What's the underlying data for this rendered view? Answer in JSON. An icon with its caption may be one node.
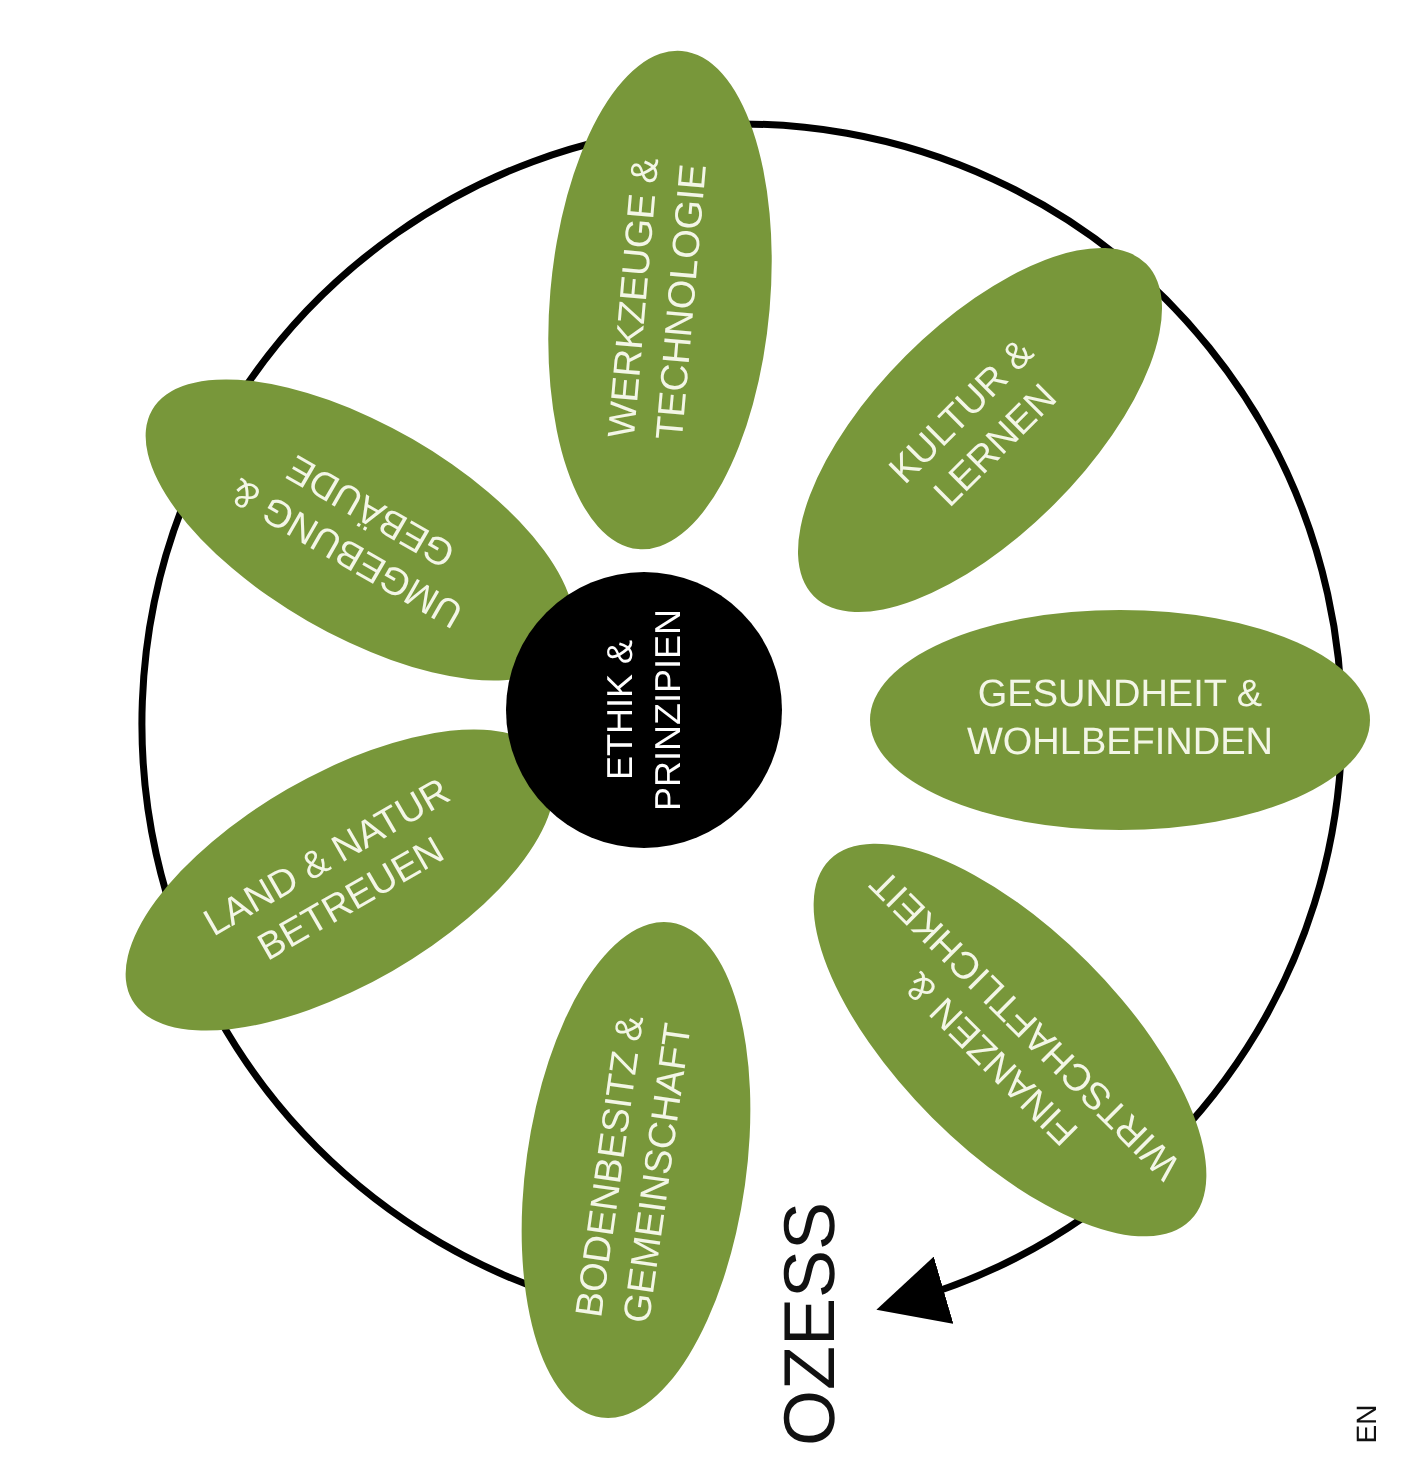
{
  "diagram": {
    "nodes": [
      {
        "text": [
          "ETHIK & PRINZIPIEN"
        ]
      },
      {
        "text": [
          "WERKZEUGE & TECHNOLOGIE"
        ]
      },
      {
        "text": [
          "KULTUR & LERNEN"
        ]
      },
      {
        "text": [
          "GESUNDHEIT & WOHLBEFINDEN"
        ]
      },
      {
        "text": [
          "FINANZEN & WIRTSCHAFTLICHKEIT"
        ]
      },
      {
        "text": [
          "BODENBESITZ & GEMEINSCHAFT"
        ]
      },
      {
        "text": [
          "LAND & NATUR BETREUEN"
        ]
      },
      {
        "text": [
          "UMGEBUNG & GEBÄUDE"
        ]
      }
    ],
    "labels": [
      "OZESS",
      "EN"
    ]
  }
}
